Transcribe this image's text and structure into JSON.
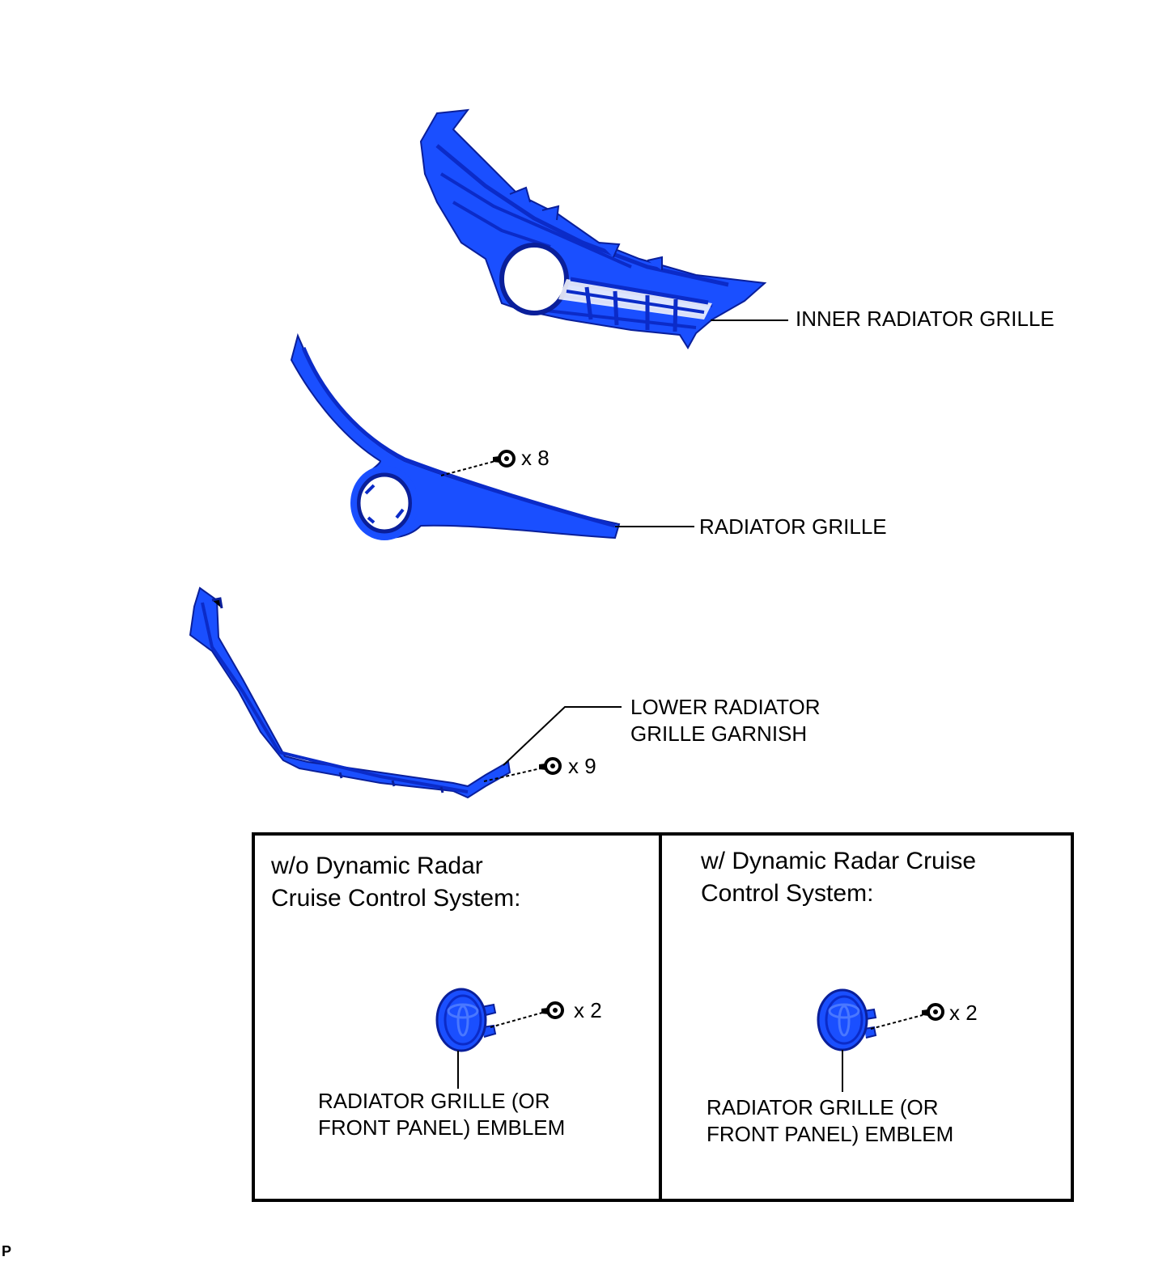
{
  "colors": {
    "part_fill": "#1a4fff",
    "part_dark": "#0b2bc8",
    "part_edge": "#0a1f9a",
    "line": "#000000"
  },
  "icons": {
    "clip": "clip-icon",
    "emblem": "toyota-emblem-icon"
  },
  "parts": {
    "inner_grille": {
      "label": "INNER RADIATOR GRILLE"
    },
    "grille": {
      "label": "RADIATOR GRILLE",
      "qty": "x 8"
    },
    "lower_garnish": {
      "label_line1": "LOWER RADIATOR",
      "label_line2": "GRILLE GARNISH",
      "qty": "x 9"
    }
  },
  "panels": {
    "left": {
      "title_line1": "w/o Dynamic Radar",
      "title_line2": "Cruise Control System:",
      "qty": "x 2",
      "emblem_label_line1": "RADIATOR GRILLE (OR",
      "emblem_label_line2": "FRONT PANEL) EMBLEM"
    },
    "right": {
      "title_line1": "w/ Dynamic Radar Cruise",
      "title_line2": "Control System:",
      "qty": "x 2",
      "emblem_label_line1": "RADIATOR GRILLE (OR",
      "emblem_label_line2": "FRONT PANEL) EMBLEM"
    }
  },
  "corner_mark": "P"
}
